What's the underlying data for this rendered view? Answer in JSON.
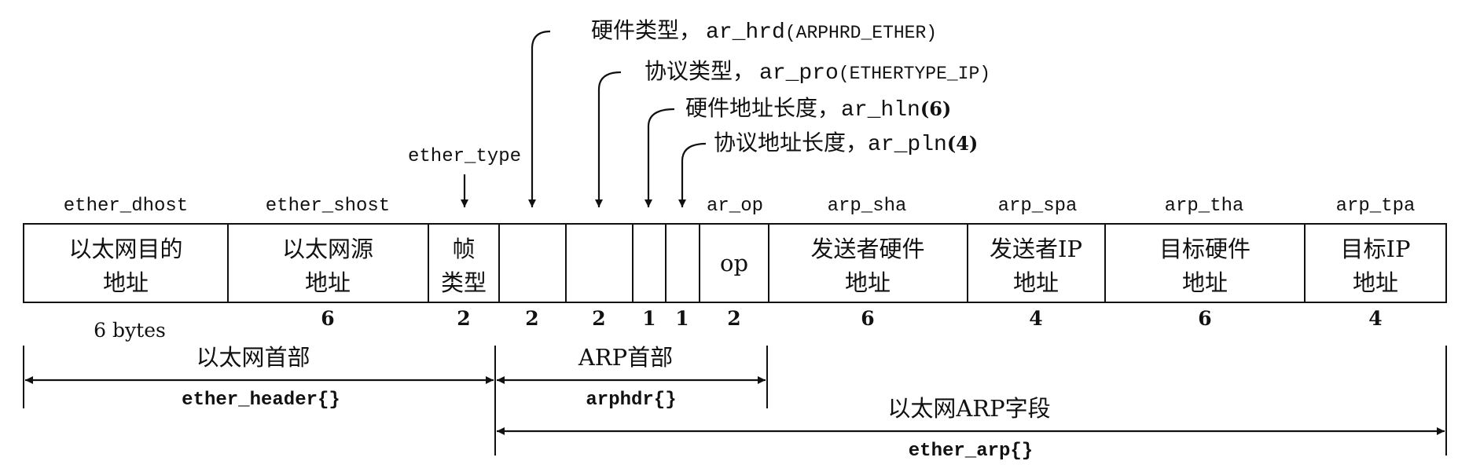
{
  "annotations": [
    {
      "zh": "硬件类型，",
      "code": "ar_hrd",
      "paren": "(ARPHRD_ETHER)"
    },
    {
      "zh": "协议类型，",
      "code": "ar_pro",
      "paren": "(ETHERTYPE_IP)"
    },
    {
      "zh": "硬件地址长度，",
      "code": "ar_hln",
      "paren": "(6)"
    },
    {
      "zh": "协议地址长度，",
      "code": "ar_pln",
      "paren": "(4)"
    }
  ],
  "ether_type_label": "ether_type",
  "fields": [
    {
      "name": "ether_dhost",
      "line1": "以太网目的",
      "line2": "地址",
      "size": "6 bytes"
    },
    {
      "name": "ether_shost",
      "line1": "以太网源",
      "line2": "地址",
      "size": "6"
    },
    {
      "name": "",
      "line1": "帧",
      "line2": "类型",
      "size": "2"
    },
    {
      "name": "",
      "line1": "",
      "line2": "",
      "size": "2"
    },
    {
      "name": "",
      "line1": "",
      "line2": "",
      "size": "2"
    },
    {
      "name": "",
      "line1": "",
      "line2": "",
      "size": "1"
    },
    {
      "name": "",
      "line1": "",
      "line2": "",
      "size": "1"
    },
    {
      "name": "ar_op",
      "line1": "op",
      "line2": "",
      "size": "2"
    },
    {
      "name": "arp_sha",
      "line1": "发送者硬件",
      "line2": "地址",
      "size": "6"
    },
    {
      "name": "arp_spa",
      "line1": "发送者IP",
      "line2": "地址",
      "size": "4"
    },
    {
      "name": "arp_tha",
      "line1": "目标硬件",
      "line2": "地址",
      "size": "6"
    },
    {
      "name": "arp_tpa",
      "line1": "目标IP",
      "line2": "地址",
      "size": "4"
    }
  ],
  "spans": [
    {
      "title": "以太网首部",
      "code": "ether_header{}"
    },
    {
      "title": "ARP首部",
      "code": "arphdr{}"
    },
    {
      "title": "以太网ARP字段",
      "code": "ether_arp{}"
    }
  ]
}
